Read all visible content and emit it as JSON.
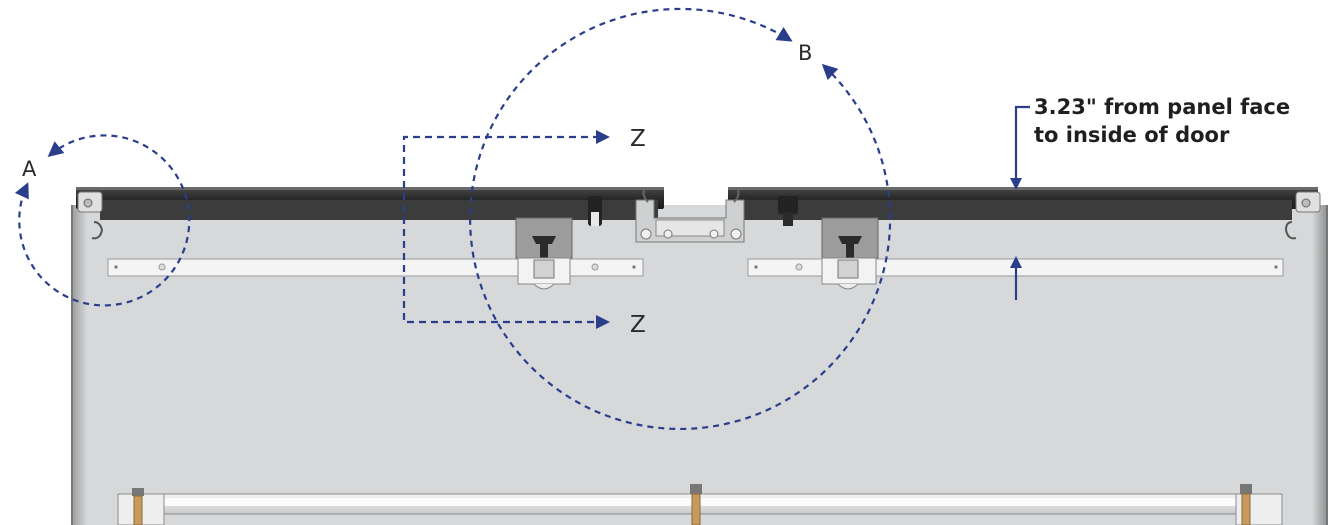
{
  "callouts": {
    "a": "A",
    "b": "B",
    "z_top": "Z",
    "z_bottom": "Z"
  },
  "dimension": {
    "line1": "3.23\" from panel face",
    "line2": "to inside of door"
  },
  "colors": {
    "callout_line": "#2a3e8c",
    "dimension_arrow": "#2a3e8c",
    "panel": "#d8dadb",
    "rail": "#2c2c2c",
    "bracket": "#f2f2f2"
  }
}
